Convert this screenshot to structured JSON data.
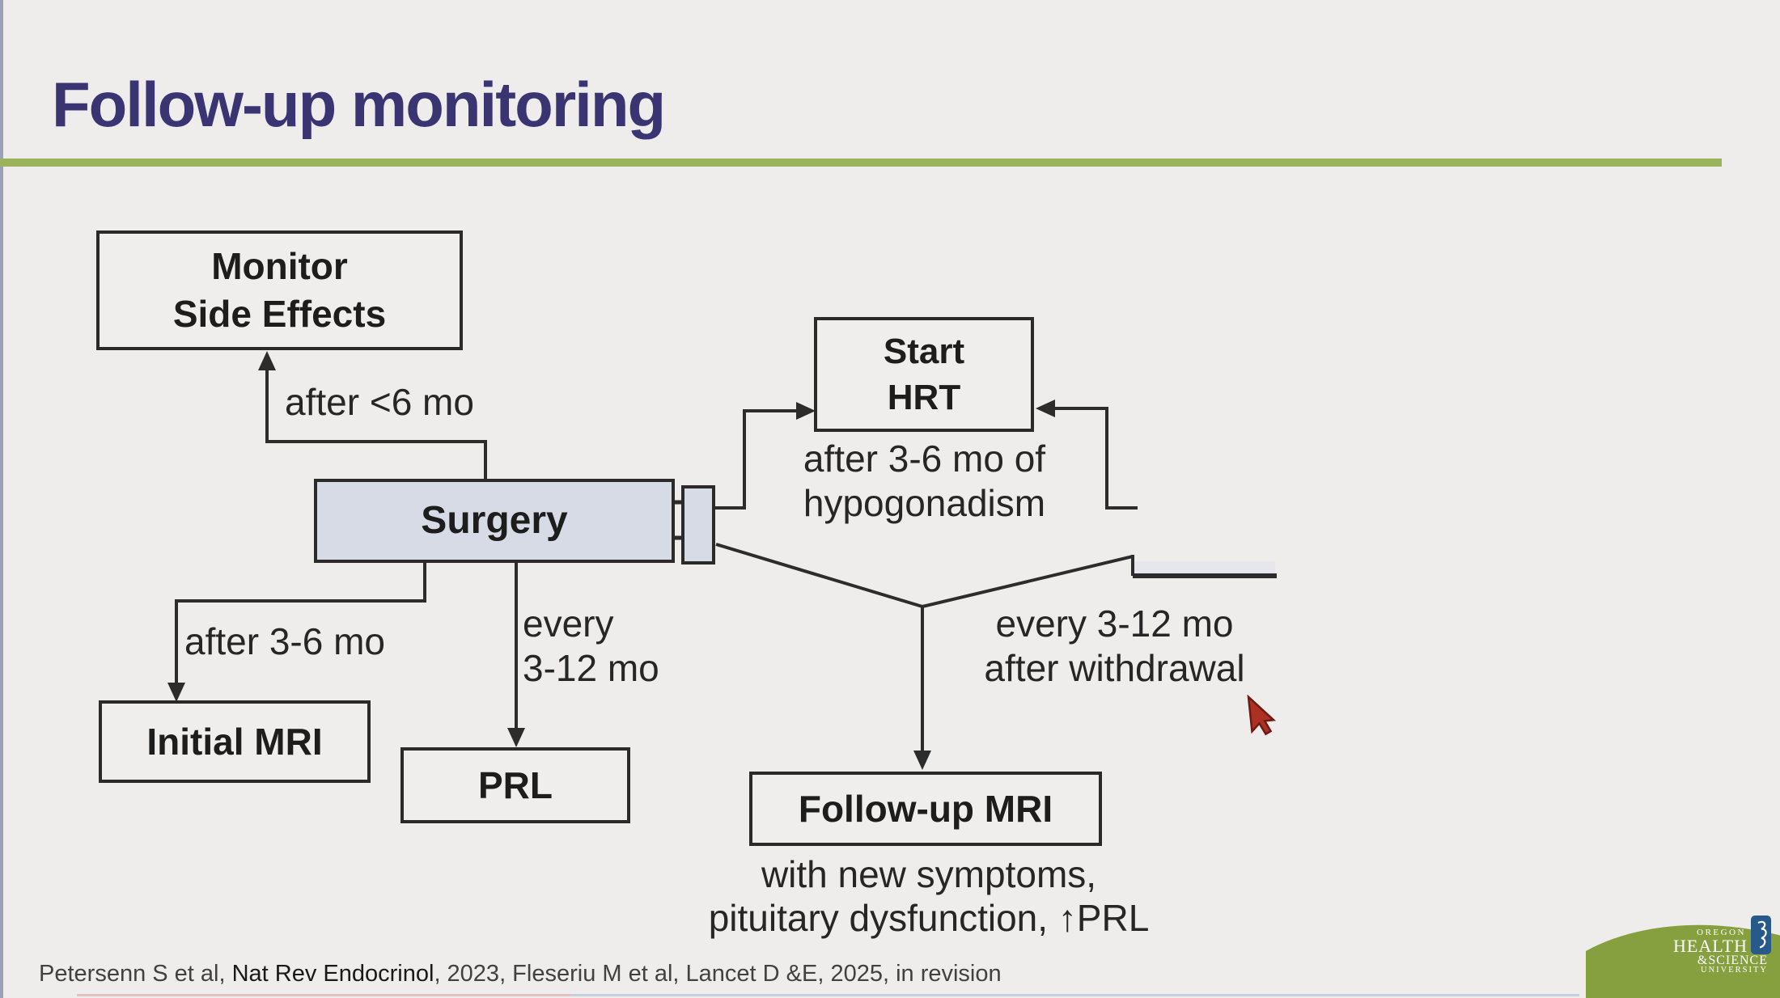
{
  "slide": {
    "title": "Follow-up monitoring",
    "footer": {
      "part1": "Petersenn S et al, ",
      "journal": "Nat Rev Endocrinol",
      "part2": ", 2023, Fleseriu M et al, Lancet D &E, 2025, in revision"
    }
  },
  "flowchart": {
    "nodes": {
      "monitor_side_effects": {
        "line1": "Monitor",
        "line2": "Side Effects"
      },
      "surgery": {
        "label": "Surgery"
      },
      "start_hrt": {
        "line1": "Start",
        "line2": "HRT"
      },
      "initial_mri": {
        "label": "Initial MRI"
      },
      "prl": {
        "label": "PRL"
      },
      "followup_mri": {
        "label": "Follow-up MRI"
      }
    },
    "edge_labels": {
      "monitor_timing": "after <6 mo",
      "hrt_timing_line1": "after 3-6 mo of",
      "hrt_timing_line2": "hypogonadism",
      "initial_mri_timing": "after 3-6 mo",
      "prl_timing_line1": "every",
      "prl_timing_line2": "3-12 mo",
      "withdrawal_timing_line1": "every 3-12 mo",
      "withdrawal_timing_line2": "after withdrawal",
      "followup_condition_line1": "with new symptoms,",
      "followup_condition_line2": "pituitary dysfunction, ↑PRL"
    }
  },
  "logo": {
    "line1": "OREGON",
    "line2": "HEALTH",
    "line3": "&SCIENCE",
    "line4": "UNIVERSITY"
  },
  "colors": {
    "title": "#3b3472",
    "rule_green": "#9bb35a",
    "surgery_fill": "#d6dbe5",
    "connector_line": "#2c2c2c",
    "logo_green": "#86a03f",
    "badge_blue": "#27598a",
    "cursor_red": "#ad3123"
  }
}
